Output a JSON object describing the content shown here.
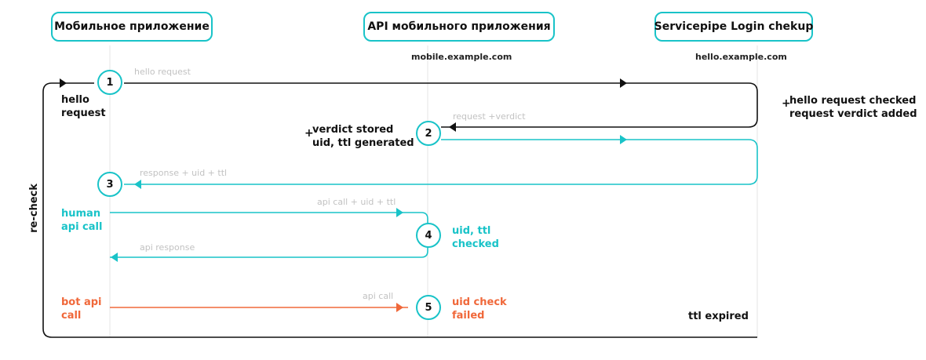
{
  "actors": {
    "mobile_app": "Мобильное приложение",
    "mobile_api": "API мобильного приложения",
    "login_checkup": "Servicepipe Login chekup"
  },
  "hosts": {
    "mobile_api": "mobile.example.com",
    "login_checkup": "hello.example.com"
  },
  "loop_label": "re-check",
  "steps": [
    "1",
    "2",
    "3",
    "4",
    "5"
  ],
  "messages": {
    "hello_request": "hello request",
    "request_verdict": "request +verdict",
    "response_uid_ttl": "response + uid + ttl",
    "api_call_uid_ttl": "api call + uid + ttl",
    "api_response": "api response",
    "api_call": "api call"
  },
  "notes": {
    "hello_request": [
      "hello",
      "request"
    ],
    "login_check": [
      "hello request checked",
      "request verdict added"
    ],
    "verdict_stored": [
      "verdict stored",
      "uid, ttl generated"
    ],
    "human_api_call": [
      "human",
      "api call"
    ],
    "uid_ttl_checked": [
      "uid, ttl",
      "checked"
    ],
    "bot_api_call": [
      "bot api",
      "call"
    ],
    "uid_check_failed": [
      "uid check",
      "failed"
    ],
    "ttl_expired": "ttl expired"
  },
  "plus_sign": "+",
  "colors": {
    "teal": "#19c3c8",
    "orange": "#f0683a",
    "black": "#111111",
    "label_gray": "#c2c2c2",
    "lifeline": "#e6e6e6"
  }
}
